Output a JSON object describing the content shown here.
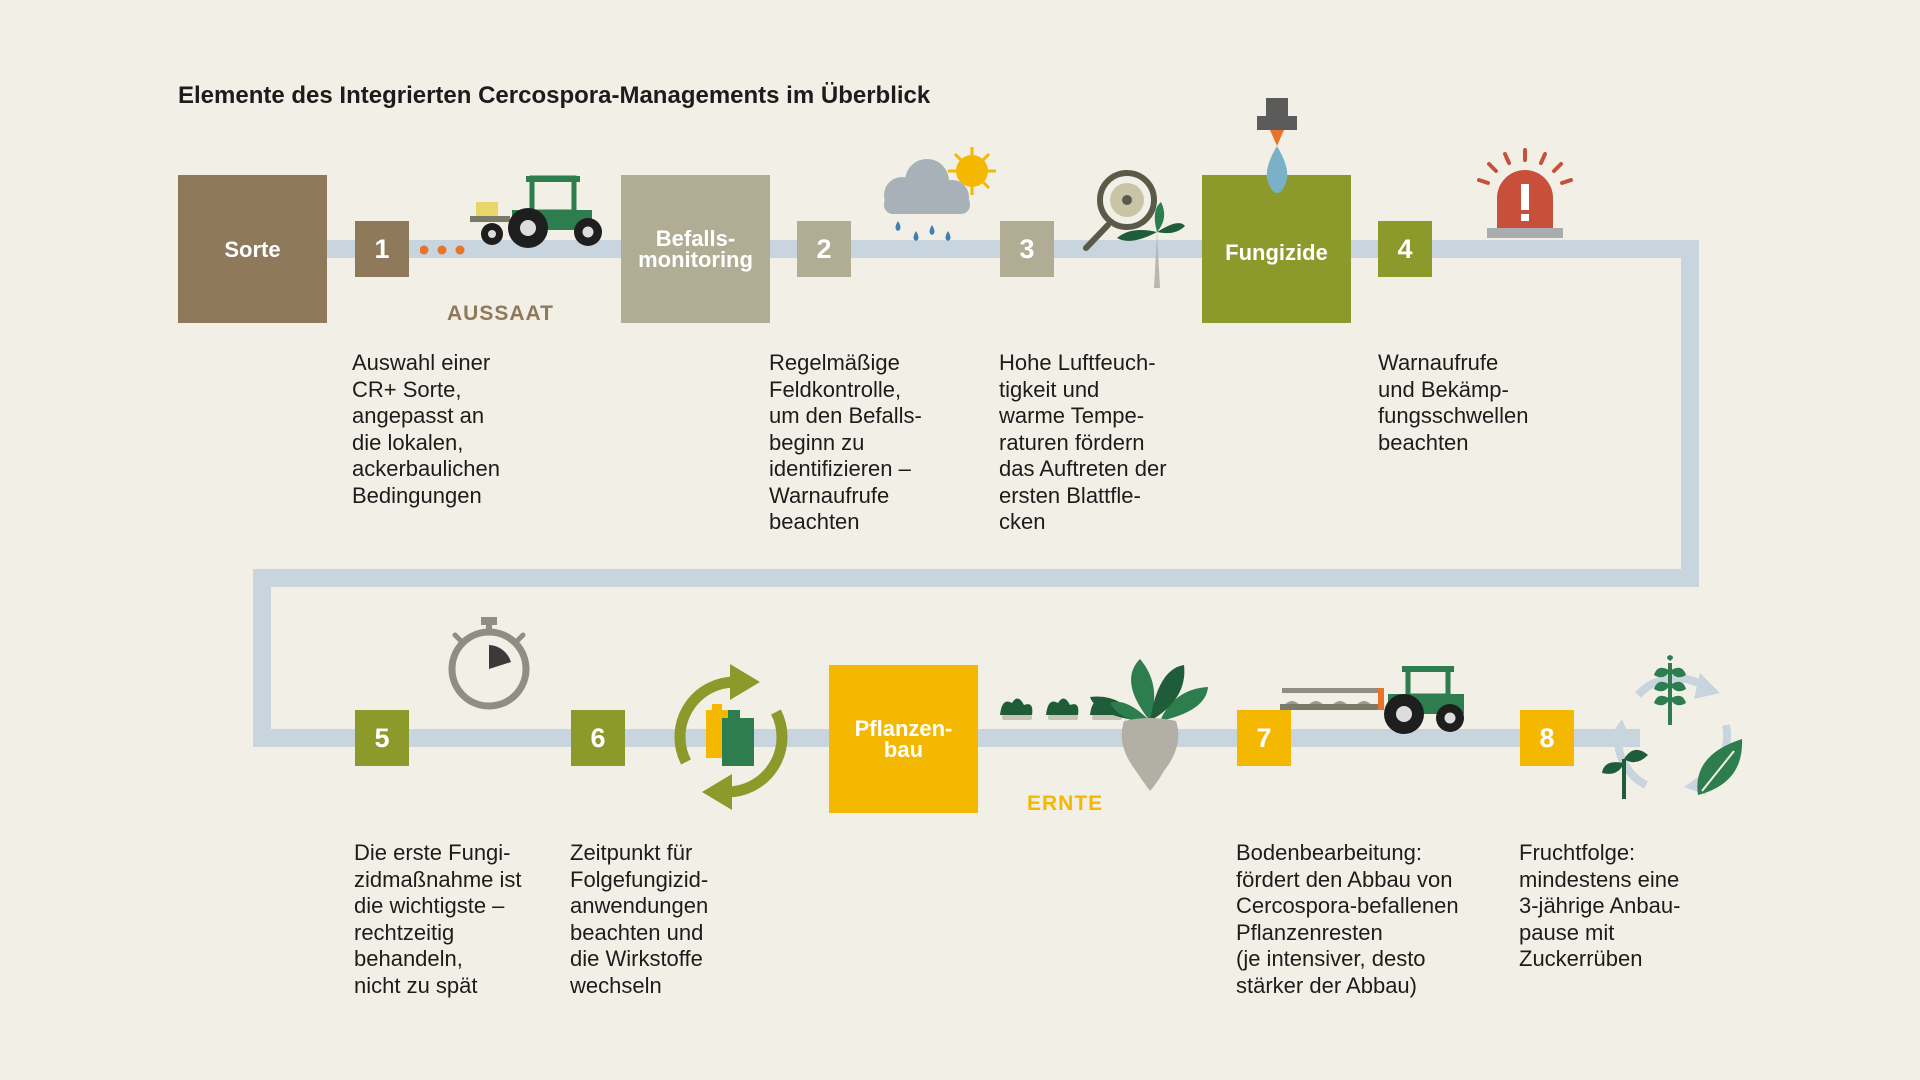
{
  "title": "Elemente des Integrierten Cercospora-Managements im Überblick",
  "colors": {
    "track": "#c8d4de",
    "sorte": "#8e7a5b",
    "monitoring": "#b1ad94",
    "fungizide": "#8c9a2c",
    "pflanzenbau": "#f5b800",
    "num_brown": "#8e7a5b",
    "num_grey": "#b1ad94",
    "num_green": "#8c9a2c",
    "num_yellow": "#f5b800",
    "dots": "#e8742a",
    "tractor": "#2e7d4f",
    "alarm": "#c8503a"
  },
  "boxes": {
    "sorte": "Sorte",
    "monitoring": "Befalls-\nmonitoring",
    "fungizide": "Fungizide",
    "pflanzenbau": "Pflanzen-\nbau"
  },
  "phases": {
    "aussaat": "AUSSAAT",
    "ernte": "ERNTE"
  },
  "steps": [
    {
      "num": "1",
      "text": "Auswahl einer\nCR+ Sorte,\nangepasst an\ndie lokalen,\nackerbaulichen\nBedingungen"
    },
    {
      "num": "2",
      "text": "Regelmäßige\nFeldkontrolle,\num den Befalls-\nbeginn zu\nidentifizieren –\nWarnaufrufe\nbeachten"
    },
    {
      "num": "3",
      "text": "Hohe Luftfeuch-\ntigkeit und\nwarme Tempe-\nraturen fördern\ndas Auftreten der\nersten Blattfle-\ncken"
    },
    {
      "num": "4",
      "text": "Warnaufrufe\nund Bekämp-\nfungsschwellen\nbeachten"
    },
    {
      "num": "5",
      "text": "Die erste Fungi-\nzidmaßnahme ist\ndie wichtigste –\nrechtzeitig\nbehandeln,\nnicht zu spät"
    },
    {
      "num": "6",
      "text": "Zeitpunkt für\nFolgefungizid-\nanwendungen\nbeachten und\ndie Wirkstoffe\nwechseln"
    },
    {
      "num": "7",
      "text": "Bodenbearbeitung:\nfördert den Abbau von\nCercospora-befallenen\nPflanzenresten\n(je intensiver, desto\nstärker der Abbau)"
    },
    {
      "num": "8",
      "text": "Fruchtfolge:\nmindestens eine\n3-jährige Anbau-\npause mit\nZuckerrüben"
    }
  ],
  "icons": [
    "seeder-tractor-icon",
    "rain-cloud-sun-icon",
    "magnifier-beet-icon",
    "sprayer-nozzle-icon",
    "alarm-light-icon",
    "stopwatch-icon",
    "rotation-canisters-icon",
    "sugar-beet-harvest-icon",
    "plough-tractor-icon",
    "crop-rotation-icon"
  ]
}
